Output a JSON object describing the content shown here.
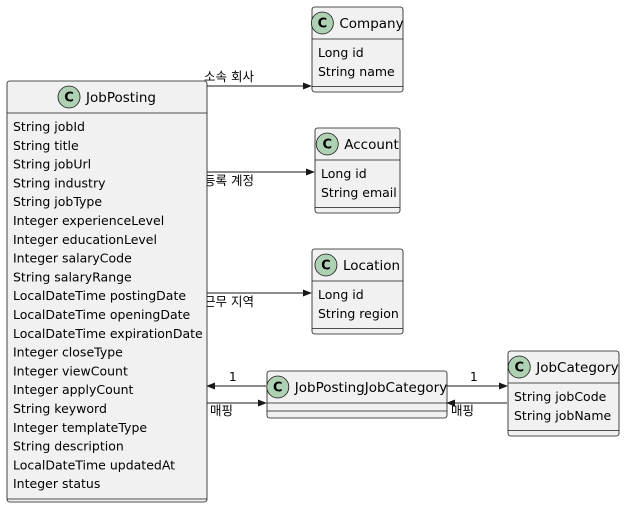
{
  "classes": {
    "company": {
      "badge": "C",
      "name": "Company",
      "attributes": [
        "Long id",
        "String name"
      ]
    },
    "account": {
      "badge": "C",
      "name": "Account",
      "attributes": [
        "Long id",
        "String email"
      ]
    },
    "location": {
      "badge": "C",
      "name": "Location",
      "attributes": [
        "Long id",
        "String region"
      ]
    },
    "jobposting": {
      "badge": "C",
      "name": "JobPosting",
      "attributes": [
        "String jobId",
        "String title",
        "String jobUrl",
        "String industry",
        "String jobType",
        "Integer experienceLevel",
        "Integer educationLevel",
        "Integer salaryCode",
        "String salaryRange",
        "LocalDateTime postingDate",
        "LocalDateTime openingDate",
        "LocalDateTime expirationDate",
        "Integer closeType",
        "Integer viewCount",
        "Integer applyCount",
        "String keyword",
        "Integer templateType",
        "String description",
        "LocalDateTime updatedAt",
        "Integer status"
      ]
    },
    "jpjc": {
      "badge": "C",
      "name": "JobPostingJobCategory",
      "attributes": []
    },
    "jobcategory": {
      "badge": "C",
      "name": "JobCategory",
      "attributes": [
        "String jobCode",
        "String jobName"
      ]
    }
  },
  "relations": {
    "company": {
      "label": "소속 회사"
    },
    "account": {
      "label": "등록 계정"
    },
    "location": {
      "label": "근무 지역"
    },
    "jp_to_jpjc": {
      "label": "매핑",
      "multiplicity": "1"
    },
    "jc_to_jpjc": {
      "label": "매핑",
      "multiplicity": "1"
    }
  },
  "colors": {
    "box_fill": "#f1f1f1",
    "border": "#181818",
    "badge": "#add1b2"
  }
}
